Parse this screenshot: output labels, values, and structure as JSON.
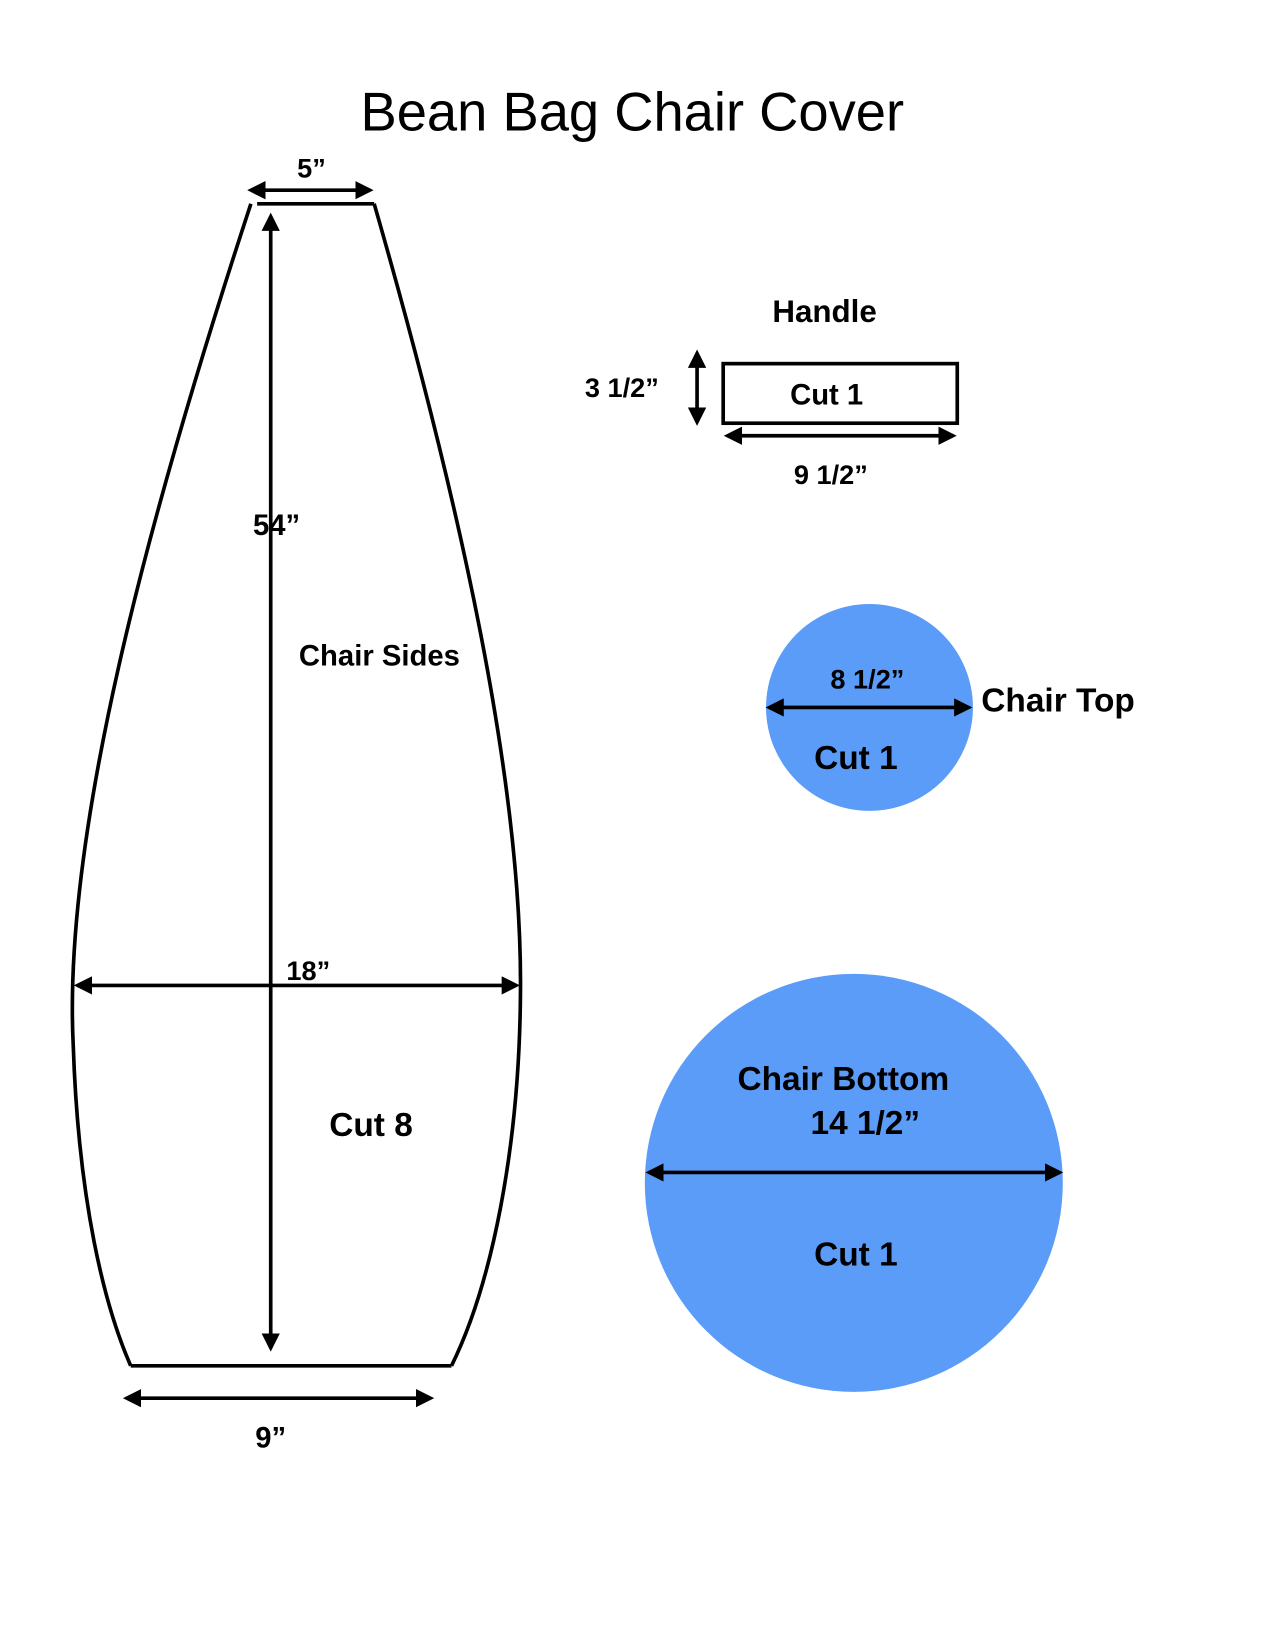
{
  "title": "Bean Bag Chair Cover",
  "colors": {
    "fabric_fill": "#5B9CF8",
    "outline": "#000000"
  },
  "chair_sides": {
    "label": "Chair Sides",
    "cut": "Cut 8",
    "top_width": "5”",
    "length": "54”",
    "widest": "18”",
    "bottom_width": "9”"
  },
  "handle": {
    "label": "Handle",
    "cut": "Cut 1",
    "height": "3 1/2”",
    "width": "9 1/2”"
  },
  "chair_top": {
    "label": "Chair Top",
    "cut": "Cut 1",
    "diameter": "8 1/2”"
  },
  "chair_bottom": {
    "label": "Chair Bottom",
    "cut": "Cut 1",
    "diameter": "14 1/2”"
  }
}
